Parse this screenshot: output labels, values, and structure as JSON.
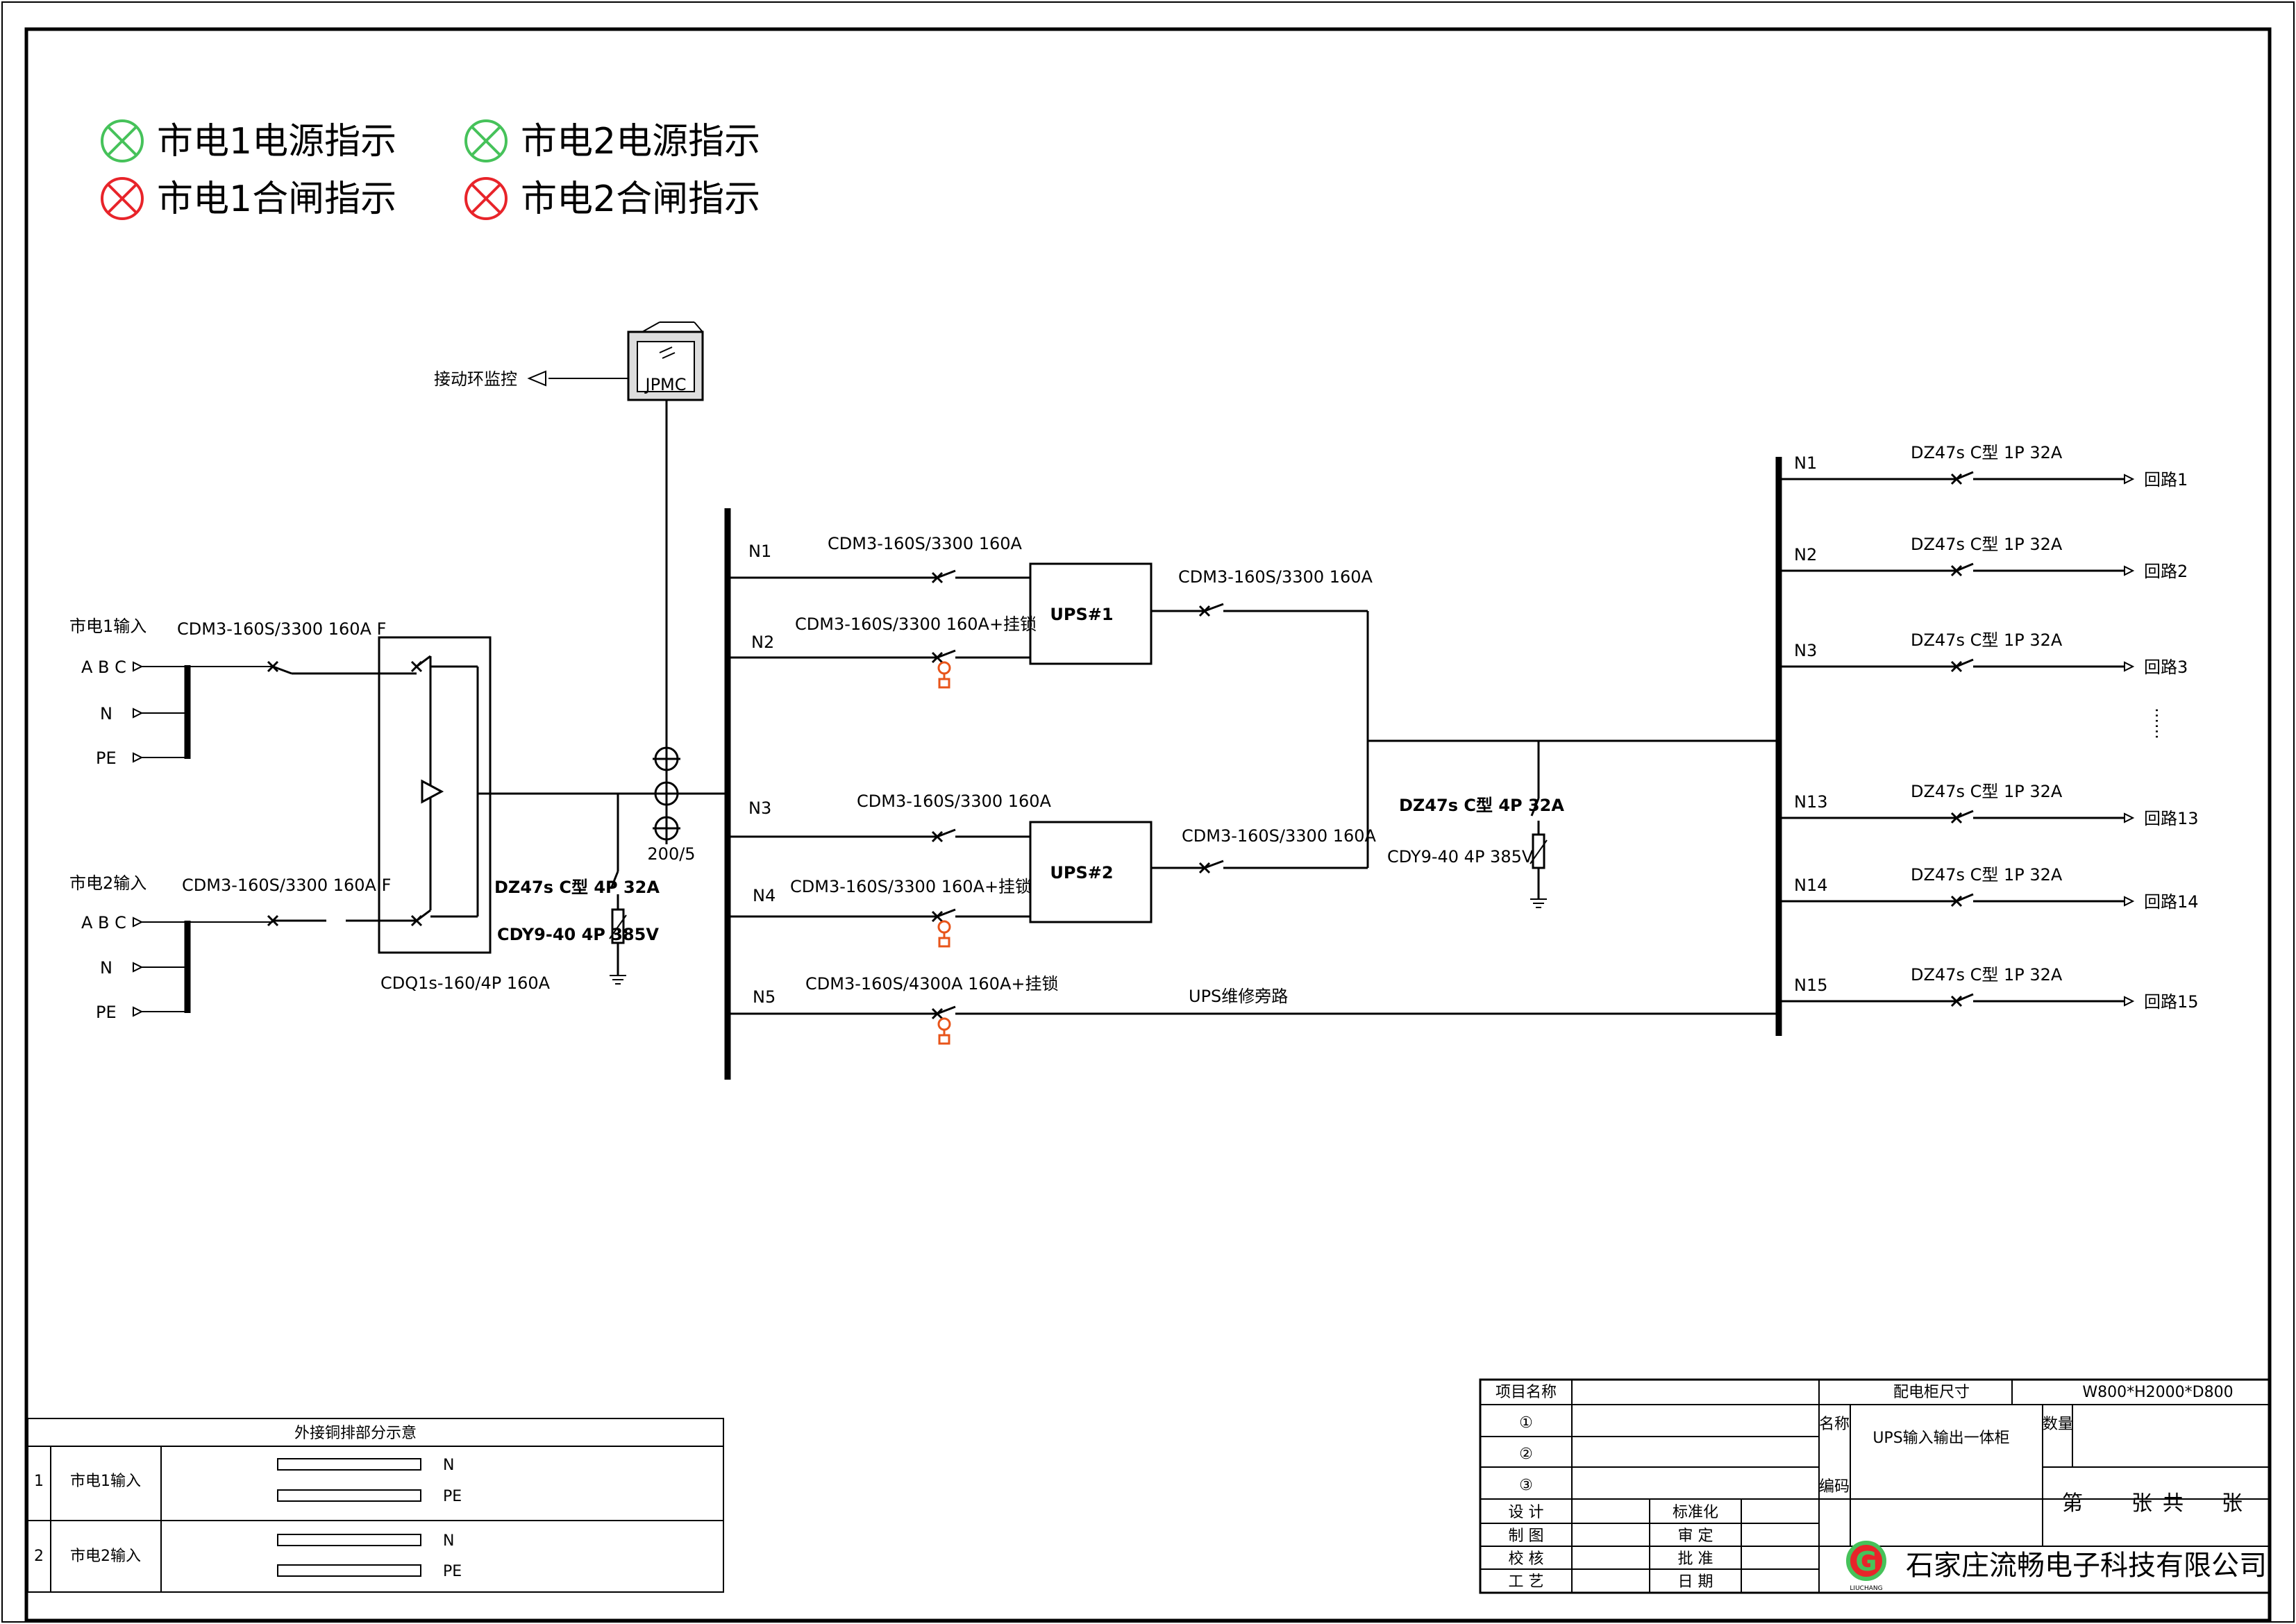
{
  "colors": {
    "green": "#46c25a",
    "red": "#e8242a",
    "orange": "#e8541a",
    "ink": "#000000"
  },
  "legend": {
    "items": [
      {
        "label": "市电1电源指示",
        "color": "green"
      },
      {
        "label": "市电2电源指示",
        "color": "green"
      },
      {
        "label": "市电1合闸指示",
        "color": "red"
      },
      {
        "label": "市电2合闸指示",
        "color": "red"
      }
    ]
  },
  "monitor": {
    "device_label": "JPMC",
    "link_label": "接动环监控"
  },
  "inputs": {
    "in1_title": "市电1输入",
    "in2_title": "市电2输入",
    "phase_abc": "A B C",
    "neutral": "N",
    "earth": "PE",
    "breaker1": "CDM3-160S/3300 160A F",
    "breaker2": "CDM3-160S/3300 160A F",
    "ats": "CDQ1s-160/4P 160A"
  },
  "surge1": {
    "breaker": "DZ47s C型 4P 32A",
    "spd": "CDY9-40 4P 385V"
  },
  "ct": {
    "label": "200/5"
  },
  "bus1": {
    "n1": "N1",
    "n2": "N2",
    "n3": "N3",
    "n4": "N4",
    "n5": "N5",
    "f1": "CDM3-160S/3300 160A",
    "f2": "CDM3-160S/3300 160A+挂锁",
    "f3": "CDM3-160S/3300 160A",
    "f4": "CDM3-160S/3300 160A+挂锁",
    "f5": "CDM3-160S/4300A 160A+挂锁",
    "bypass": "UPS维修旁路"
  },
  "ups": {
    "ups1": "UPS#1",
    "ups2": "UPS#2",
    "out1": "CDM3-160S/3300 160A",
    "out2": "CDM3-160S/3300 160A"
  },
  "surge2": {
    "breaker": "DZ47s C型 4P 32A",
    "spd": "CDY9-40  4P  385V"
  },
  "outputs": {
    "ellipsis": "······",
    "rows": [
      {
        "n": "N1",
        "breaker": "DZ47s C型 1P 32A",
        "circuit": "回路1"
      },
      {
        "n": "N2",
        "breaker": "DZ47s C型 1P 32A",
        "circuit": "回路2"
      },
      {
        "n": "N3",
        "breaker": "DZ47s C型 1P 32A",
        "circuit": "回路3"
      },
      {
        "n": "N13",
        "breaker": "DZ47s C型 1P 32A",
        "circuit": "回路13"
      },
      {
        "n": "N14",
        "breaker": "DZ47s C型 1P 32A",
        "circuit": "回路14"
      },
      {
        "n": "N15",
        "breaker": "DZ47s C型 1P 32A",
        "circuit": "回路15"
      }
    ]
  },
  "copper_table": {
    "title": "外接铜排部分示意",
    "rows": [
      {
        "idx": "1",
        "name": "市电1输入",
        "bar1": "N",
        "bar2": "PE"
      },
      {
        "idx": "2",
        "name": "市电2输入",
        "bar1": "N",
        "bar2": "PE"
      }
    ]
  },
  "title_block": {
    "project_label": "项目名称",
    "size_label": "配电柜尺寸",
    "size_value": "W800*H2000*D800",
    "circled": [
      "①",
      "②",
      "③"
    ],
    "name_label": "名称",
    "name_value": "UPS输入输出一体柜",
    "qty_label": "数量",
    "code_label": "编码",
    "sheet": {
      "di": "第",
      "zhang1": "张",
      "gong": "共",
      "zhang2": "张"
    },
    "roles_left": [
      "设  计",
      "制  图",
      "校  核",
      "工  艺"
    ],
    "roles_right": [
      "标准化",
      "审  定",
      "批  准",
      "日  期"
    ],
    "company": "石家庄流畅电子科技有限公司",
    "logo_letter": "G",
    "logo_caption": "LIUCHANG"
  }
}
